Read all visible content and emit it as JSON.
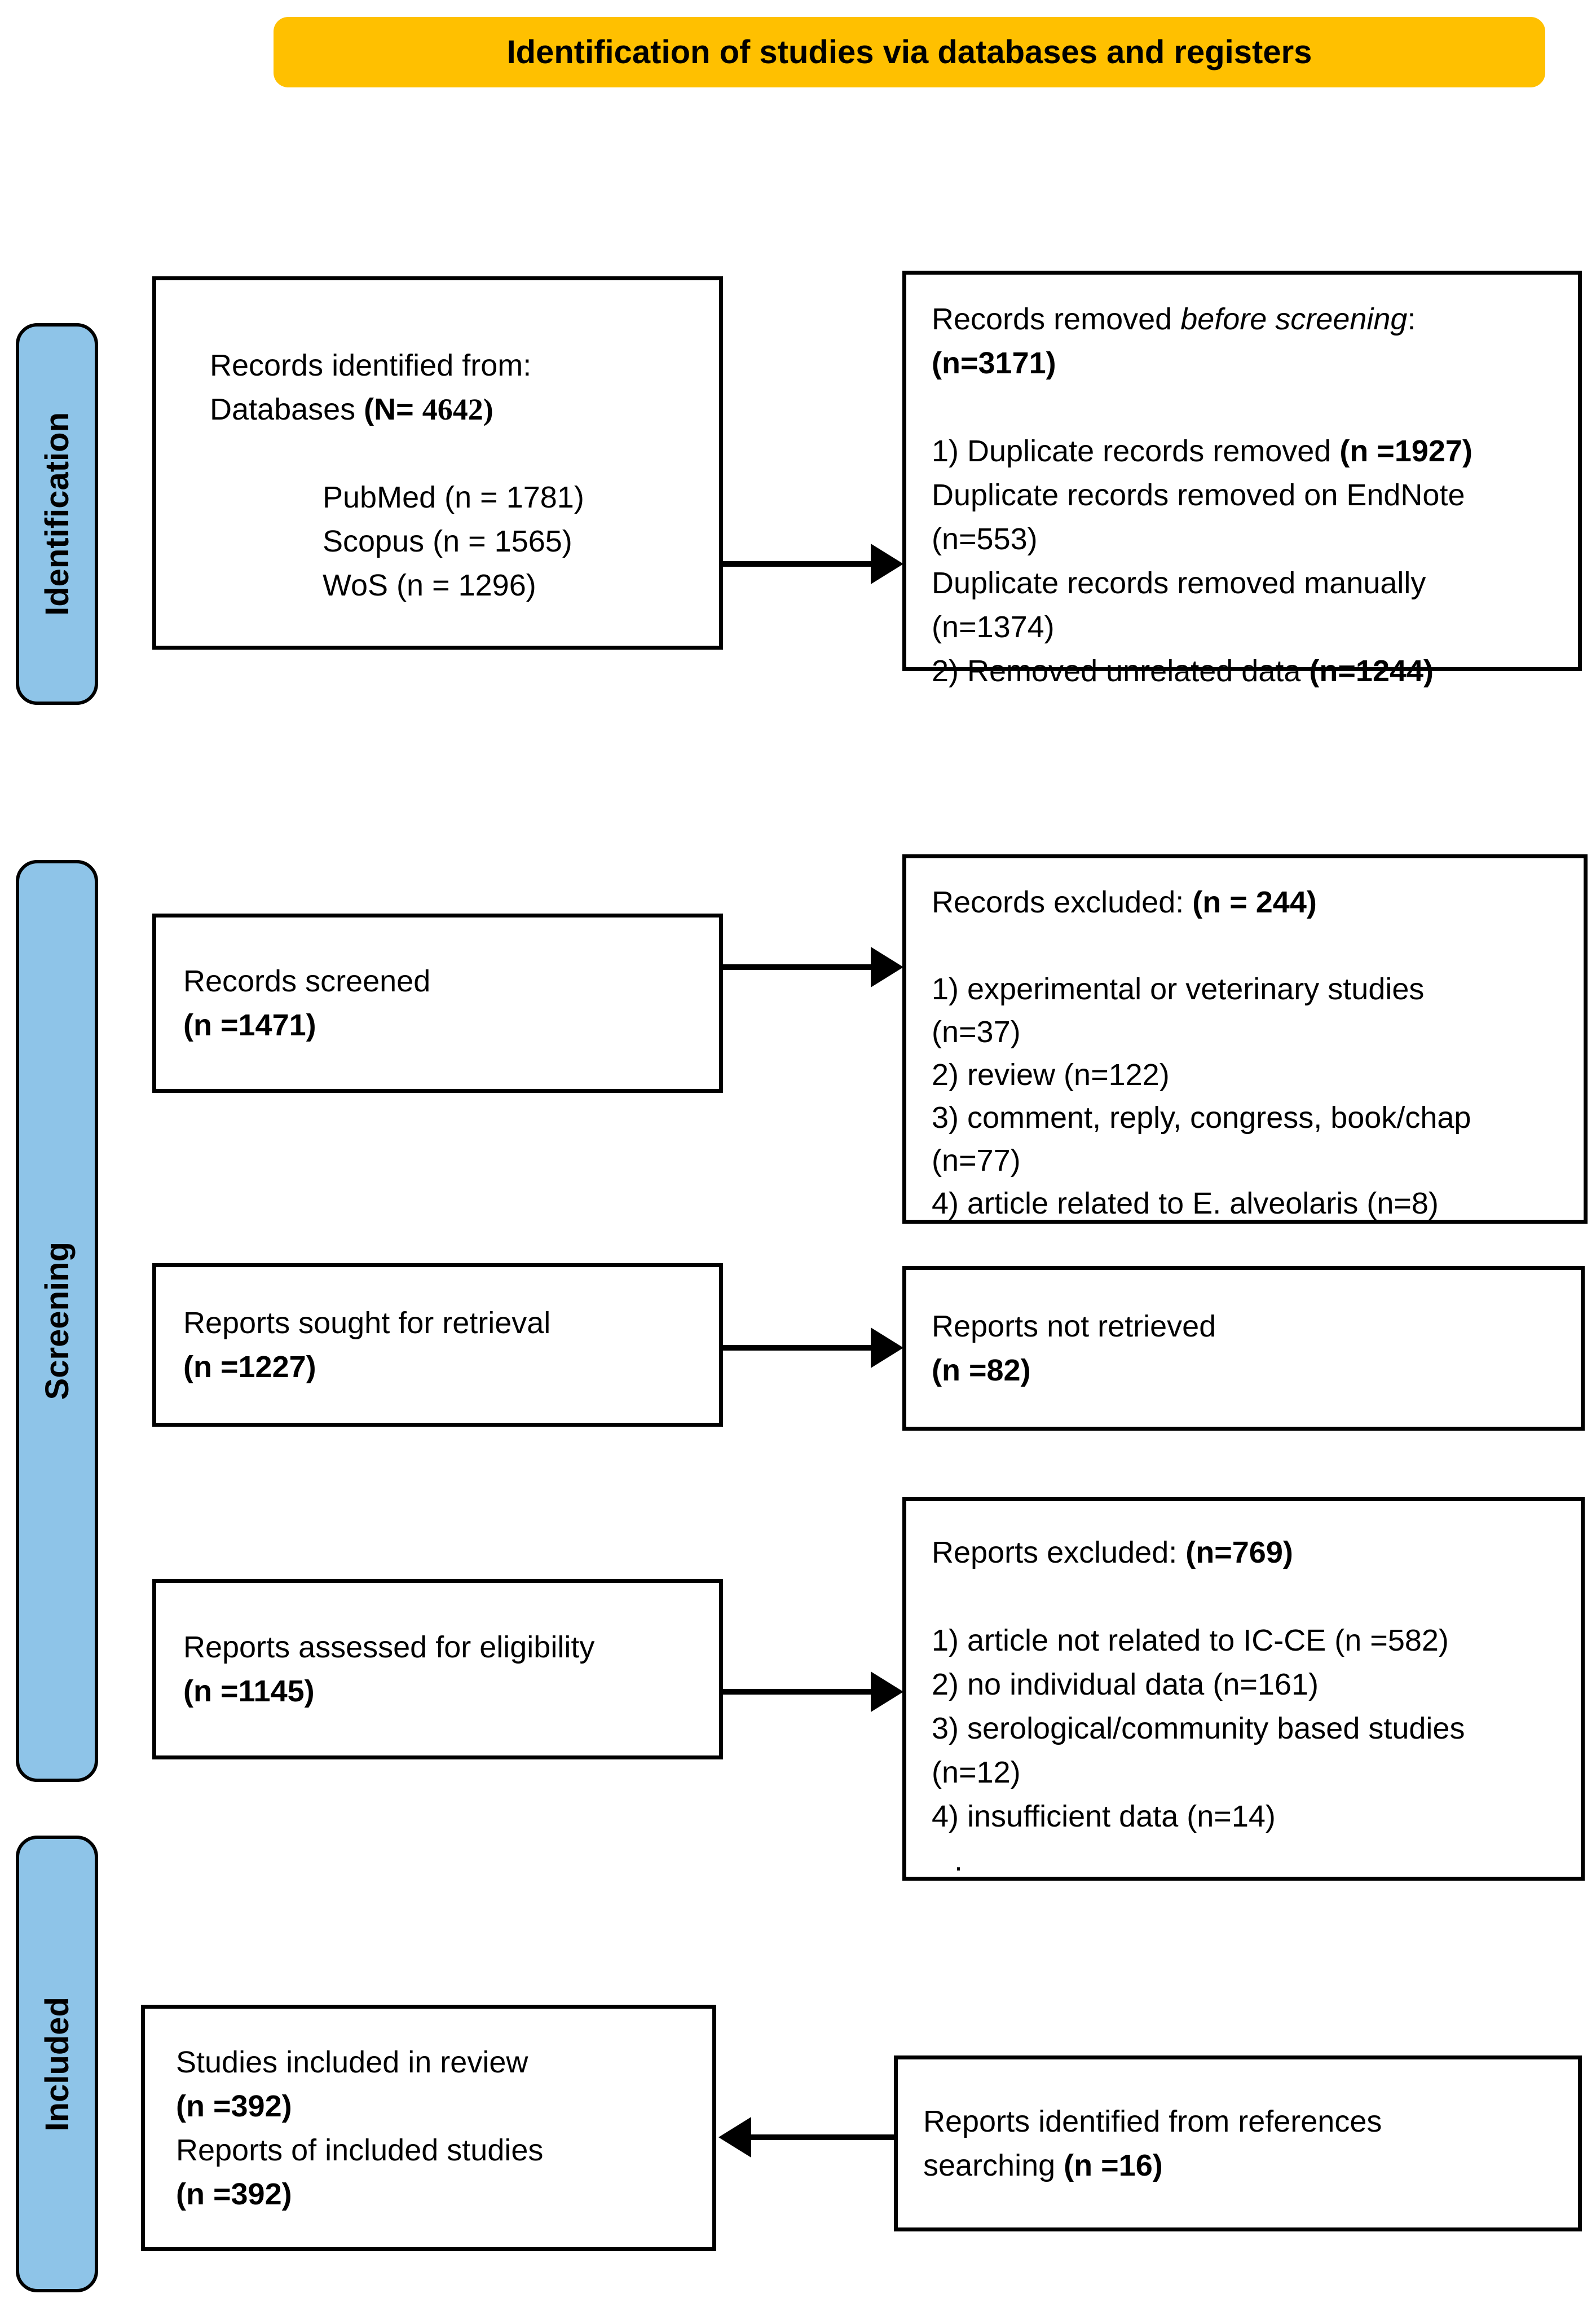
{
  "title": "Identification of studies via databases and registers",
  "colors": {
    "banner_fill": "#FFC000",
    "sidebar_fill": "#8EC4E8",
    "line_color": "#000000"
  },
  "sidebar": {
    "identification": "Identification",
    "screening": "Screening",
    "included": "Included"
  },
  "boxes": {
    "records_identified": {
      "line1": "Records identified from:",
      "line2_plain": "Databases ",
      "line2_bold": "(N= ",
      "line2_num": "4642)",
      "databases": [
        "PubMed (n = 1781)",
        "Scopus  (n = 1565)",
        "WoS      (n = 1296)"
      ]
    },
    "records_removed": {
      "line1_plain": "Records removed ",
      "line1_italic": "before screening",
      "line1_end": ":",
      "line2_bold": "(n=3171)",
      "item1_plain": "1) Duplicate records removed ",
      "item1_bold": "(n =1927)",
      "item2": "Duplicate records removed on EndNote",
      "item3": "(n=553)",
      "item4": "Duplicate records removed manually",
      "item5": "(n=1374)",
      "item6_plain": "2) Removed unrelated data ",
      "item6_bold": "(n=1244)"
    },
    "records_screened": {
      "line1": "Records screened",
      "line2_bold": "(n =1471)"
    },
    "records_excluded": {
      "head_plain": "Records excluded: ",
      "head_bold": "(n = 244)",
      "items": [
        "1) experimental or veterinary studies",
        "(n=37)",
        "2) review (n=122)",
        "3) comment, reply, congress, book/chap",
        "(n=77)",
        "4) article related to E. alveolaris (n=8)"
      ]
    },
    "reports_sought": {
      "line1": "Reports sought for retrieval",
      "line2_bold": "(n =1227)"
    },
    "reports_not_retrieved": {
      "line1": "Reports not retrieved",
      "line2_bold": "(n =82)"
    },
    "reports_assessed": {
      "line1": "Reports assessed for eligibility",
      "line2_bold": "(n =1145)"
    },
    "reports_excluded": {
      "head_plain": "Reports excluded: ",
      "head_bold": "(n=769)",
      "items": [
        "1) article not related to IC-CE (n =582)",
        "2) no individual data (n=161)",
        "3) serological/community based studies",
        "(n=12)",
        "4) insufficient data (n=14)"
      ],
      "trailing_dot": "."
    },
    "studies_included": {
      "line1": "Studies included in review",
      "line2_bold": "(n =392)",
      "line3": "Reports of included studies",
      "line4_bold": "(n =392)"
    },
    "references_search": {
      "line1": "Reports identified from references",
      "line2_plain": "searching ",
      "line2_bold": "(n =16)"
    }
  }
}
